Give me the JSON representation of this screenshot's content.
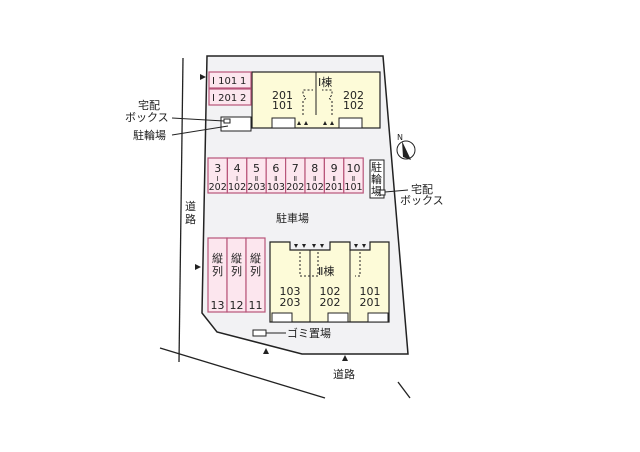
{
  "colors": {
    "lot": "#f2f2f4",
    "building": "#fdfbd8",
    "parking": "#fce6ee",
    "parking_border": "#b8557a",
    "line": "#222222"
  },
  "building_1": {
    "label": "Ⅰ棟",
    "units_left": [
      "201",
      "101"
    ],
    "units_right": [
      "202",
      "102"
    ]
  },
  "building_2": {
    "label": "Ⅱ棟",
    "units": [
      [
        "103",
        "203"
      ],
      [
        "102",
        "202"
      ],
      [
        "101",
        "201"
      ]
    ]
  },
  "top_spots": [
    {
      "unit": "Ⅰ 101",
      "no": "1"
    },
    {
      "unit": "Ⅰ 201",
      "no": "2"
    }
  ],
  "row_spots": [
    {
      "no": "3",
      "bldg": "Ⅰ",
      "unit": "202"
    },
    {
      "no": "4",
      "bldg": "Ⅰ",
      "unit": "102"
    },
    {
      "no": "5",
      "bldg": "Ⅱ",
      "unit": "203"
    },
    {
      "no": "6",
      "bldg": "Ⅱ",
      "unit": "103"
    },
    {
      "no": "7",
      "bldg": "Ⅱ",
      "unit": "202"
    },
    {
      "no": "8",
      "bldg": "Ⅱ",
      "unit": "102"
    },
    {
      "no": "9",
      "bldg": "Ⅱ",
      "unit": "201"
    },
    {
      "no": "10",
      "bldg": "Ⅱ",
      "unit": "101"
    }
  ],
  "tandem_spots": [
    {
      "label": "縦列",
      "no": "13"
    },
    {
      "label": "縦列",
      "no": "12"
    },
    {
      "label": "縦列",
      "no": "11"
    }
  ],
  "labels": {
    "delivery_box_left_1": "宅配",
    "delivery_box_left_2": "ボックス",
    "bike_left": "駐輪場",
    "bike_right": [
      "駐",
      "輪",
      "場"
    ],
    "delivery_box_right_1": "宅配",
    "delivery_box_right_2": "ボックス",
    "parking": "駐車場",
    "garbage": "ゴミ置場",
    "road_left": [
      "道",
      "路"
    ],
    "road_bottom": "道路",
    "north": "N"
  }
}
